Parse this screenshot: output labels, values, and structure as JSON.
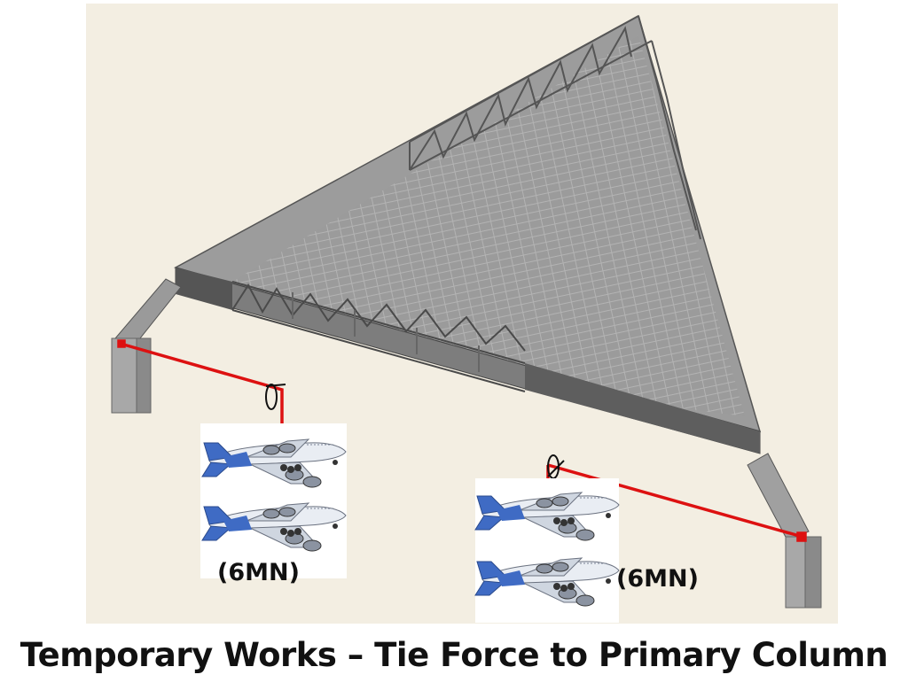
{
  "caption": "Temporary Works – Tie Force to Primary Column",
  "loads": [
    {
      "label": "(6MN)"
    },
    {
      "label": "(6MN)"
    }
  ],
  "colors": {
    "background": "#F3EEE2",
    "tie": "#DD1111",
    "structure": "#8F8F8F",
    "fuselage_blue": "#3F6BC4"
  }
}
